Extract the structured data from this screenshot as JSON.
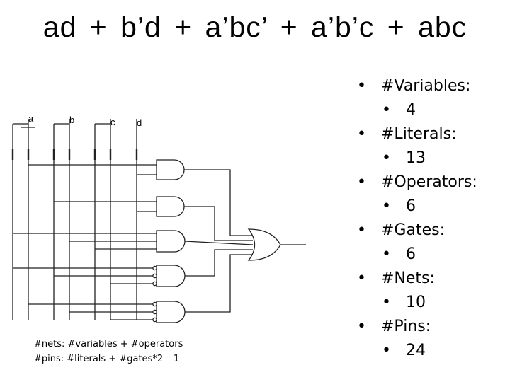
{
  "title": "ad + b’d + a’bc’ + a’b’c + abc",
  "stats": [
    {
      "label": "#Variables:",
      "value": "4"
    },
    {
      "label": "#Literals:",
      "value": "13"
    },
    {
      "label": "#Operators:",
      "value": "6"
    },
    {
      "label": "#Gates:",
      "value": "6"
    },
    {
      "label": "#Nets:",
      "value": "10"
    },
    {
      "label": "#Pins:",
      "value": "24"
    }
  ],
  "notes": {
    "nets_formula": "#nets: #variables + #operators",
    "pins_formula": "#pins: #literals + #gates*2 – 1"
  },
  "circuit": {
    "inputs": [
      "a",
      "b",
      "c",
      "d"
    ]
  }
}
